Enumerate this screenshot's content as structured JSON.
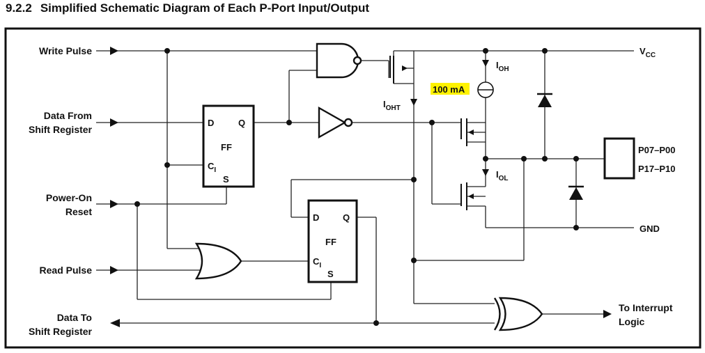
{
  "heading": {
    "number": "9.2.2",
    "title": "Simplified Schematic Diagram of Each P-Port Input/Output"
  },
  "signals": {
    "write_pulse": "Write Pulse",
    "data_from_line1": "Data From",
    "data_from_line2": "Shift Register",
    "power_on_line1": "Power-On",
    "power_on_line2": "Reset",
    "read_pulse": "Read Pulse",
    "data_to_line1": "Data To",
    "data_to_line2": "Shift Register",
    "to_interrupt_line1": "To Interrupt",
    "to_interrupt_line2": "Logic"
  },
  "flipflop_top": {
    "d": "D",
    "q": "Q",
    "name": "FF",
    "c": "C",
    "c_sub": "I",
    "s": "S"
  },
  "flipflop_bottom": {
    "d": "D",
    "q": "Q",
    "name": "FF",
    "c": "C",
    "c_sub": "I",
    "s": "S"
  },
  "power": {
    "vcc": "V",
    "vcc_sub": "CC",
    "gnd": "GND"
  },
  "currents": {
    "ioh": "I",
    "ioh_sub": "OH",
    "ioht": "I",
    "ioht_sub": "OHT",
    "iol": "I",
    "iol_sub": "OL",
    "source_value": "100 mA",
    "source_highlight": "#fff200"
  },
  "port": {
    "line1": "P07–P00",
    "line2": "P17–P10"
  }
}
